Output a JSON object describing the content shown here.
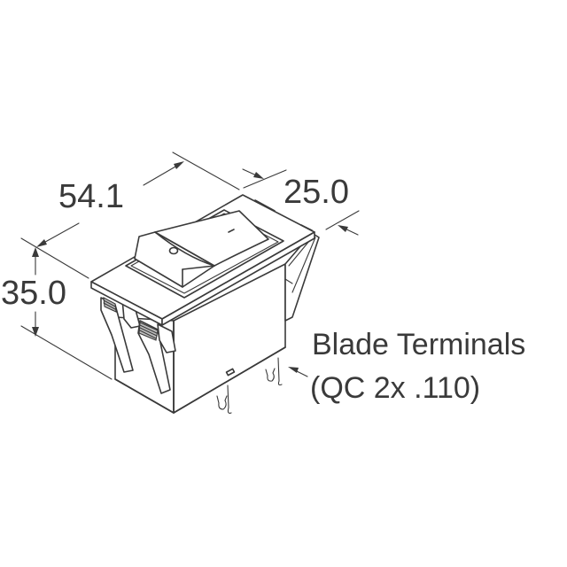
{
  "diagram": {
    "type": "technical-dimension-drawing",
    "subject": "rocker switch",
    "dimensions": {
      "length": "54.1",
      "width": "25.0",
      "height": "35.0"
    },
    "callout": {
      "line1": "Blade Terminals",
      "line2": "(QC 2x .110)"
    },
    "colors": {
      "line": "#3a3a3a",
      "background": "#ffffff"
    }
  }
}
